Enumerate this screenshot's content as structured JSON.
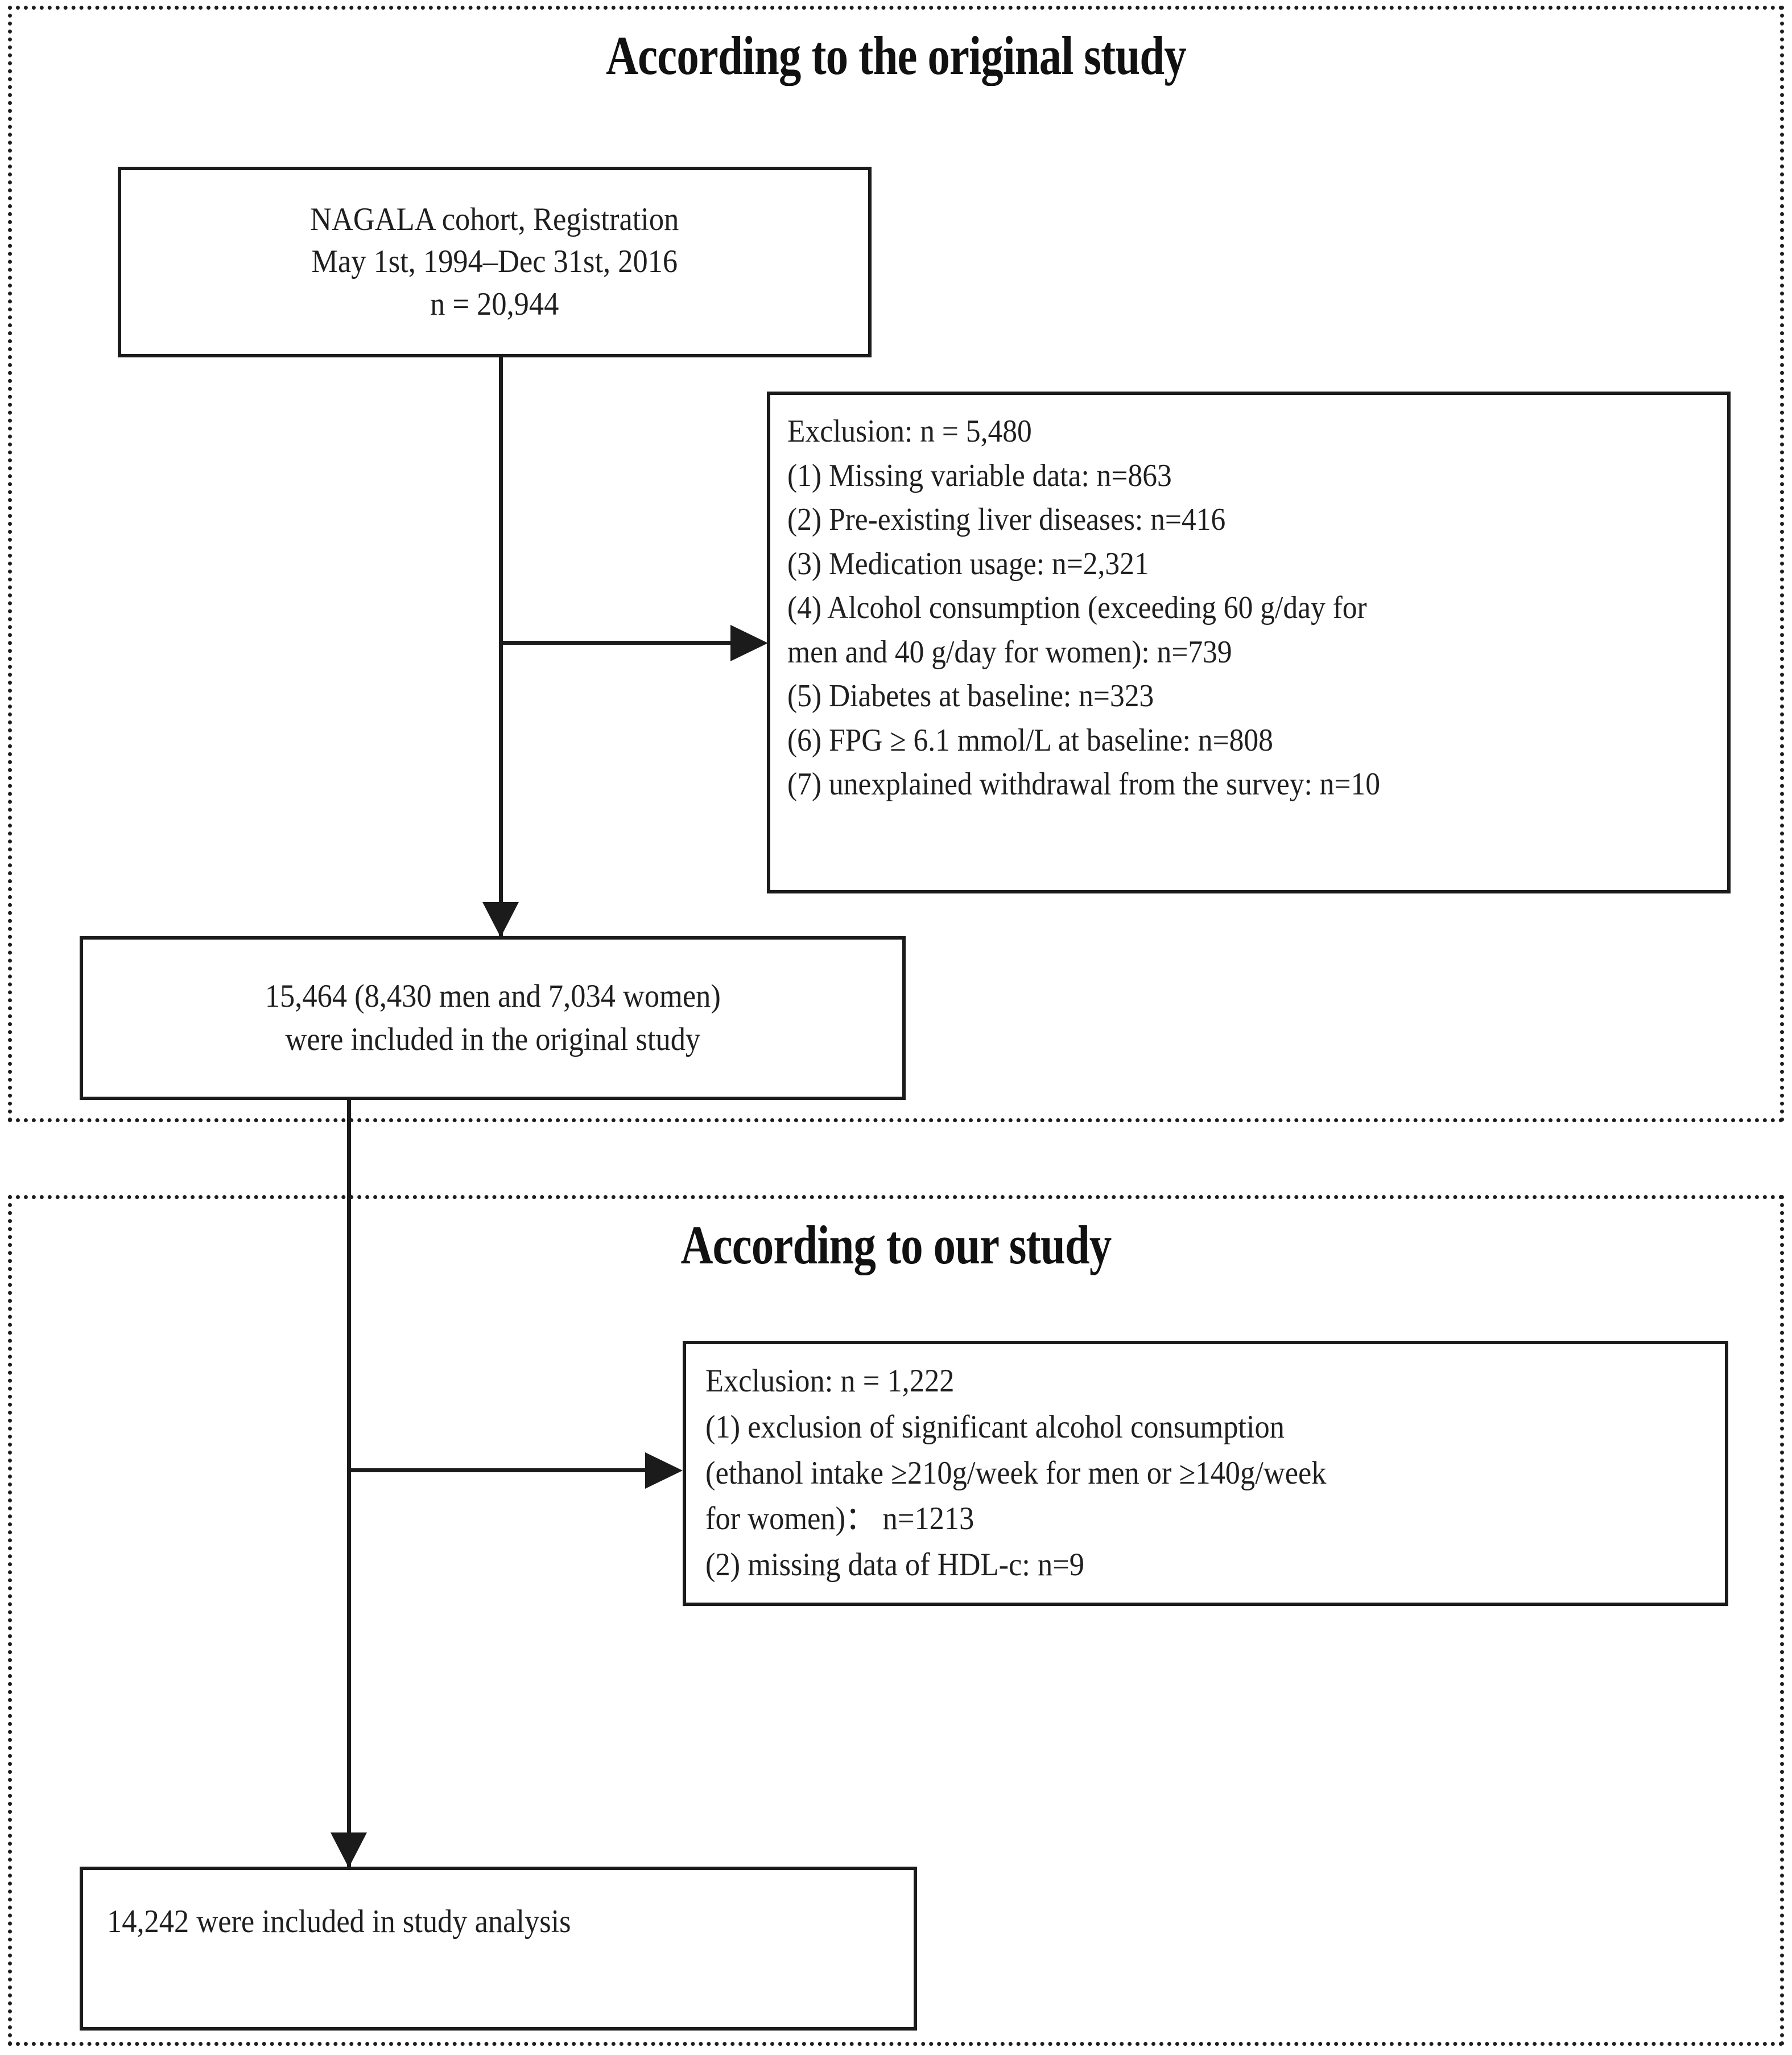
{
  "panels": [
    {
      "id": "original",
      "title": "According to the original study"
    },
    {
      "id": "ours",
      "title": "According to our study"
    }
  ],
  "boxes": {
    "cohort": {
      "lines": [
        "NAGALA cohort, Registration",
        "May 1st, 1994–Dec 31st, 2016",
        "n = 20,944"
      ]
    },
    "exclusion_1": {
      "lines": [
        "Exclusion: n = 5,480",
        "(1) Missing variable data: n=863",
        "(2) Pre-existing liver diseases: n=416",
        "(3) Medication usage: n=2,321",
        "(4) Alcohol consumption (exceeding 60 g/day for",
        "men and 40 g/day for women): n=739",
        "(5) Diabetes at baseline: n=323",
        "(6) FPG ≥ 6.1 mmol/L at baseline: n=808",
        "(7) unexplained withdrawal from the survey: n=10"
      ]
    },
    "included_original": {
      "lines": [
        "15,464 (8,430 men and 7,034 women)",
        "were included in the original study"
      ]
    },
    "exclusion_2": {
      "lines": [
        "Exclusion: n = 1,222",
        "(1) exclusion of significant alcohol consumption",
        "(ethanol intake ≥210g/week for men or ≥140g/week",
        "for women)：  n=1213",
        "(2) missing data of HDL-c: n=9"
      ]
    },
    "final": {
      "lines": [
        "14,242  were included in  study analysis"
      ]
    }
  },
  "colors": {
    "stroke": "#1b1b1b",
    "text": "#1f1f1f",
    "background": "#ffffff"
  }
}
